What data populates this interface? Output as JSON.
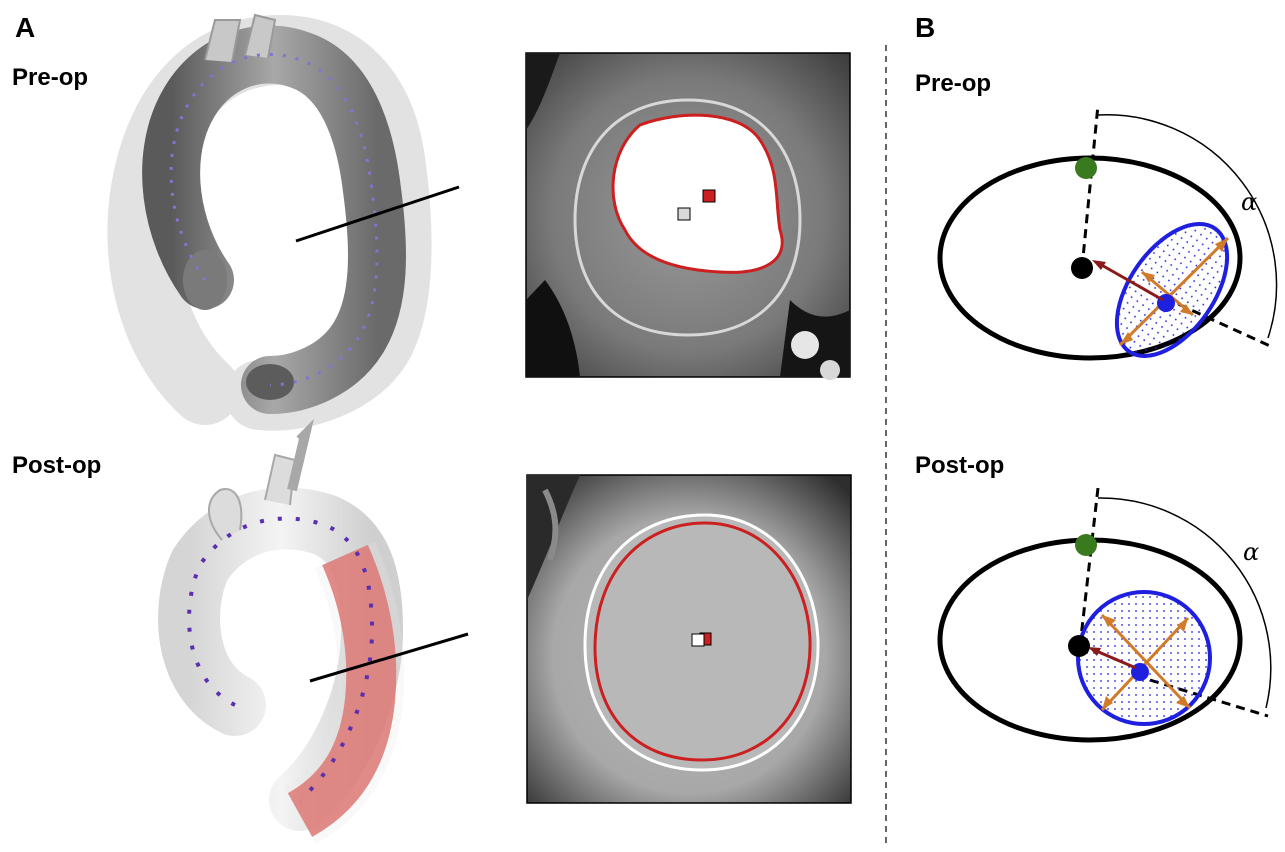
{
  "panels": {
    "a_label": "A",
    "b_label": "B"
  },
  "rows": {
    "pre_op": "Pre-op",
    "post_op": "Post-op"
  },
  "angle_symbol": "α",
  "colors": {
    "lumen_contour": "#cc1f1f",
    "outer_contour_pre": "#d8d8d8",
    "outer_contour_post": "#ffffff",
    "stent_graft": "#d9534f",
    "centerline": "#6a3fb5",
    "false_lumen_ellipse": "#1f1fe0",
    "diameter_arrows": "#d07a2a",
    "offset_arrow": "#8b1a1a",
    "reference_point": "#3a7a1e",
    "center_point": "#000000",
    "divider": "#333333"
  },
  "icons": [
    "aorta-3d-model",
    "ct-cross-section",
    "ellipse-schematic"
  ]
}
